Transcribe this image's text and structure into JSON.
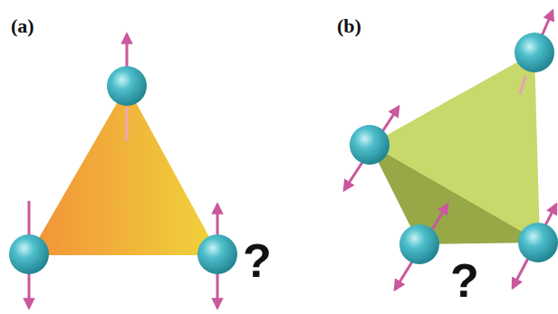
{
  "diagram": {
    "labels": [
      "(a)",
      "?",
      "(b)",
      "?"
    ]
  }
}
